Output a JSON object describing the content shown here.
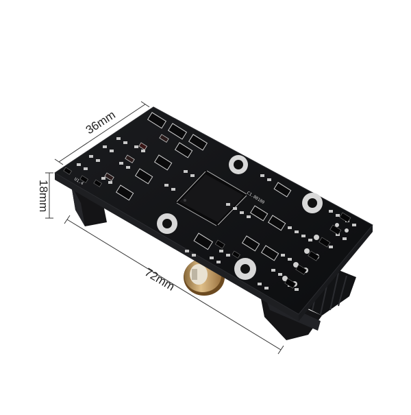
{
  "dimensions": {
    "width": "36mm",
    "height": "18mm",
    "length": "72mm"
  },
  "board": {
    "silkscreen_ref": "U1.4",
    "silkscreen_part": "C1.00100",
    "colors": {
      "board": "#111214",
      "board_edge": "#1e1f22",
      "pads": "#c8c8c8",
      "battery": "#c9a060"
    }
  }
}
